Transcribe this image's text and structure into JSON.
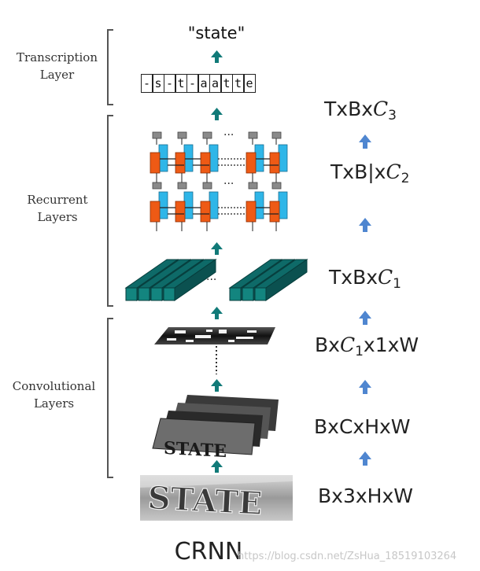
{
  "title": "CRNN",
  "output_text": "\"state\"",
  "sequence": [
    "-",
    "s",
    "-",
    "t",
    "-",
    "a",
    "a",
    "t",
    "t",
    "e"
  ],
  "sections": {
    "transcription": "Transcription Layer",
    "recurrent": "Recurrent Layers",
    "convolutional": "Convolutional Layers"
  },
  "dims": {
    "d1": {
      "pre": "Bx3xHxW",
      "it": "",
      "sub": "",
      "post": ""
    },
    "d2": {
      "pre": "BxCxHxW",
      "it": "",
      "sub": "",
      "post": ""
    },
    "d3": {
      "pre": "Bx",
      "it": "C",
      "sub": "1",
      "post": "x1xW"
    },
    "d4": {
      "pre": "TxBx",
      "it": "C",
      "sub": "1",
      "post": ""
    },
    "d5": {
      "pre": "TxB|x",
      "it": "C",
      "sub": "2",
      "post": ""
    },
    "d6": {
      "pre": "TxBx",
      "it": "C",
      "sub": "3",
      "post": ""
    }
  },
  "ellipsis": "...",
  "input_image_text": "STATE",
  "watermark": "https://blog.csdn.net/ZsHua_18519103264",
  "colors": {
    "teal": "#117a78",
    "teal_dark": "#0b4f4d",
    "orange": "#ee5a15",
    "cyan": "#2fb6e8",
    "gray_node": "#8a8a8a",
    "blue_arrow": "#4f86d0"
  }
}
